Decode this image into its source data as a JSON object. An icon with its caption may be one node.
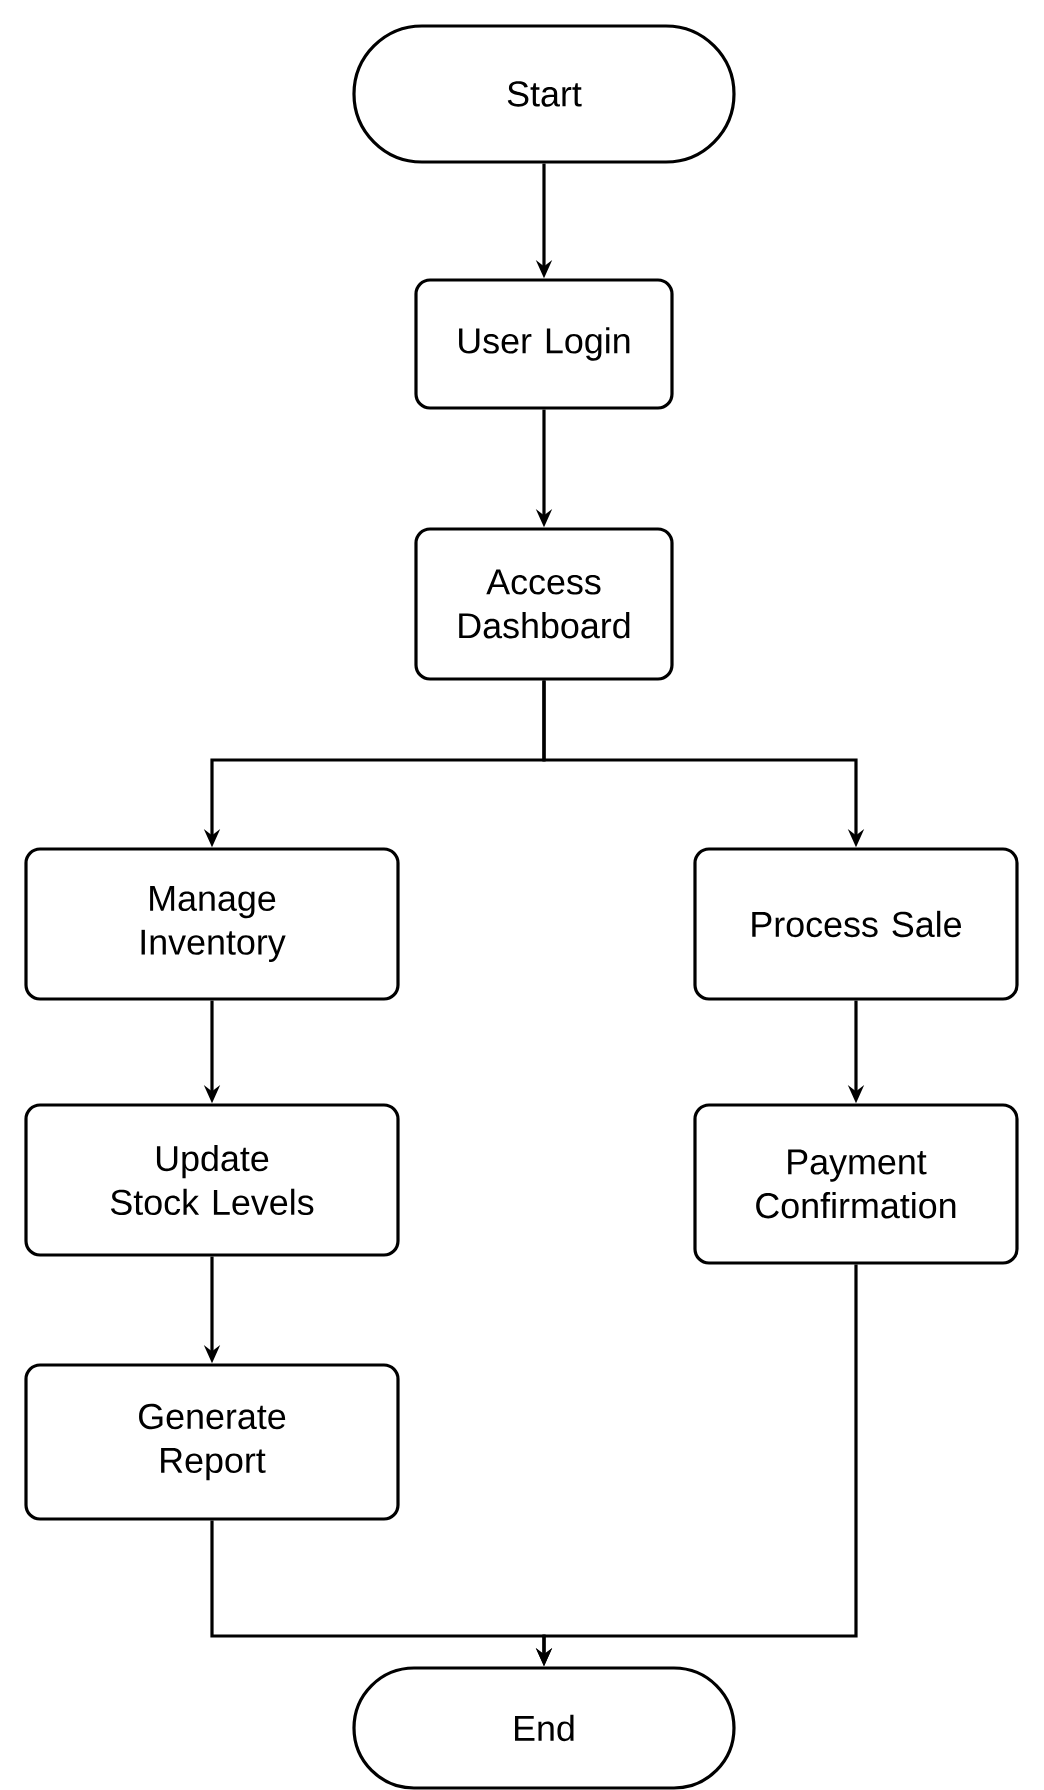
{
  "diagram": {
    "nodes": [
      {
        "text": [
          "Start"
        ]
      },
      {
        "text": [
          "User Login"
        ]
      },
      {
        "text": [
          "Access Dashboard"
        ]
      },
      {
        "text": [
          "Manage Inventory"
        ]
      },
      {
        "text": [
          "Process Sale"
        ]
      },
      {
        "text": [
          "Update Stock Levels"
        ]
      },
      {
        "text": [
          "Payment Confirmation"
        ]
      },
      {
        "text": [
          "Generate Report"
        ]
      },
      {
        "text": [
          "End"
        ]
      }
    ],
    "edges": [
      {
        "from": 0,
        "to": 1,
        "arrow": "to"
      },
      {
        "from": 1,
        "to": 2,
        "arrow": "to"
      },
      {
        "from": 2,
        "to": 3,
        "arrow": "to"
      },
      {
        "from": 2,
        "to": 4,
        "arrow": "to"
      },
      {
        "from": 3,
        "to": 5,
        "arrow": "to"
      },
      {
        "from": 5,
        "to": 7,
        "arrow": "to"
      },
      {
        "from": 4,
        "to": 6,
        "arrow": "to"
      },
      {
        "from": 7,
        "to": 8,
        "arrow": "to"
      },
      {
        "from": 6,
        "to": 8,
        "arrow": "to"
      }
    ]
  }
}
